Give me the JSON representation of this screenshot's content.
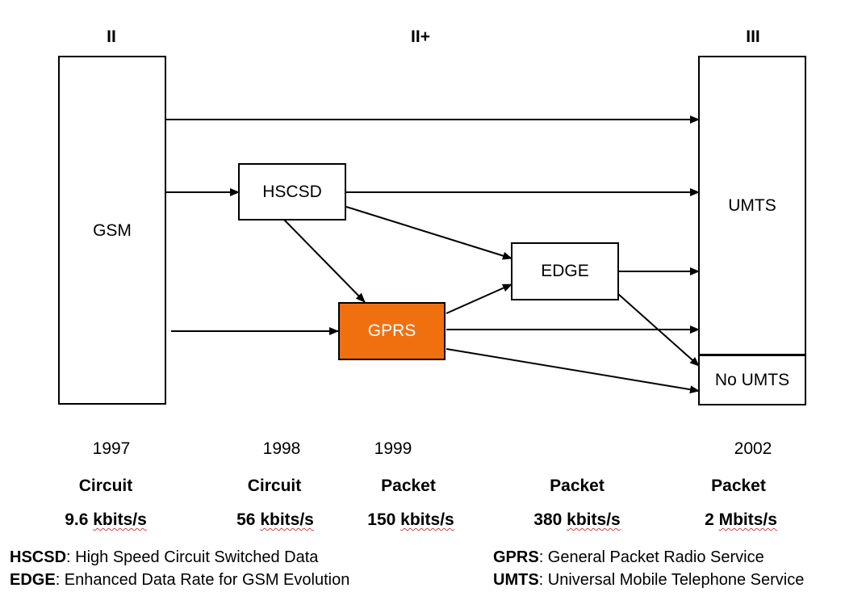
{
  "generations": [
    {
      "label": "II"
    },
    {
      "label": "II+"
    },
    {
      "label": "III"
    }
  ],
  "nodes": {
    "gsm": "GSM",
    "hscsd": "HSCSD",
    "gprs": "GPRS",
    "edge": "EDGE",
    "umts": "UMTS",
    "no_umts": "No UMTS"
  },
  "colors": {
    "gprs_fill": "#f07010",
    "line": "#000000"
  },
  "edges": [
    {
      "from": "GSM",
      "to": "UMTS"
    },
    {
      "from": "GSM",
      "to": "HSCSD"
    },
    {
      "from": "GSM",
      "to": "GPRS"
    },
    {
      "from": "HSCSD",
      "to": "UMTS"
    },
    {
      "from": "HSCSD",
      "to": "EDGE"
    },
    {
      "from": "HSCSD",
      "to": "GPRS"
    },
    {
      "from": "GPRS",
      "to": "EDGE"
    },
    {
      "from": "GPRS",
      "to": "UMTS"
    },
    {
      "from": "GPRS",
      "to": "No UMTS"
    },
    {
      "from": "EDGE",
      "to": "UMTS"
    },
    {
      "from": "EDGE",
      "to": "No UMTS"
    }
  ],
  "timeline": [
    {
      "year": "1997",
      "mode": "Circuit",
      "rate_value": "9.6",
      "rate_unit": "kbits/s"
    },
    {
      "year": "1998",
      "mode": "Circuit",
      "rate_value": "56",
      "rate_unit": "kbits/s"
    },
    {
      "year": "1999",
      "mode": "Packet",
      "rate_value": "150",
      "rate_unit": "kbits/s"
    },
    {
      "year": "",
      "mode": "Packet",
      "rate_value": "380",
      "rate_unit": "kbits/s"
    },
    {
      "year": "2002",
      "mode": "Packet",
      "rate_value": "2",
      "rate_unit": "Mbits/s"
    }
  ],
  "legend": {
    "hscsd_abbr": "HSCSD",
    "hscsd_desc": ": High Speed Circuit Switched Data",
    "edge_abbr": "EDGE",
    "edge_desc": ": Enhanced Data Rate for GSM Evolution",
    "gprs_abbr": "GPRS",
    "gprs_desc": ": General Packet Radio Service",
    "umts_abbr": "UMTS",
    "umts_desc": ": Universal Mobile Telephone Service"
  }
}
